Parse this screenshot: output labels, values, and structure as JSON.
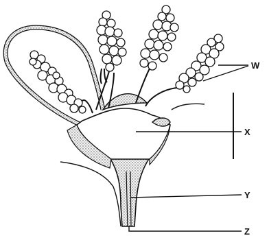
{
  "diagram": {
    "labels": {
      "w": "W",
      "x": "X",
      "y": "Y",
      "z": "Z"
    }
  }
}
